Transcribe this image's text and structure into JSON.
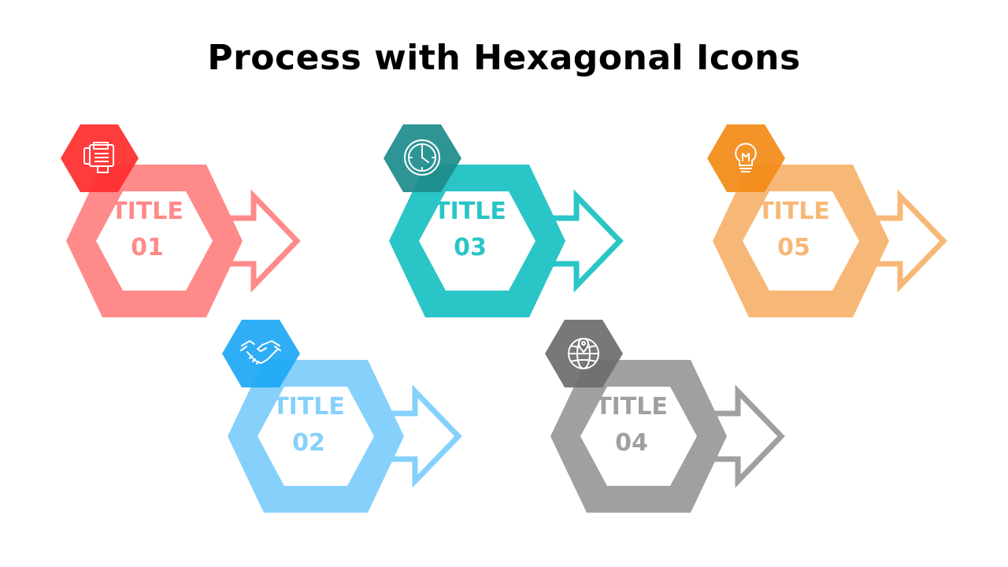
{
  "title": "Process with Hexagonal Icons",
  "steps": [
    {
      "title": "TITLE",
      "number": "01",
      "color": "#FF8A8A",
      "icon_color": "#FF2D2D",
      "icon": "fax-machine-icon"
    },
    {
      "title": "TITLE",
      "number": "02",
      "color": "#85D1FB",
      "icon_color": "#1FA8F5",
      "icon": "handshake-icon"
    },
    {
      "title": "TITLE",
      "number": "03",
      "color": "#2AC5C7",
      "icon_color": "#1E8C8C",
      "icon": "clock-icon"
    },
    {
      "title": "TITLE",
      "number": "04",
      "color": "#A0A0A0",
      "icon_color": "#6E6E6E",
      "icon": "globe-location-icon"
    },
    {
      "title": "TITLE",
      "number": "05",
      "color": "#F7B877",
      "icon_color": "#F38B18",
      "icon": "light-bulb-icon"
    }
  ]
}
